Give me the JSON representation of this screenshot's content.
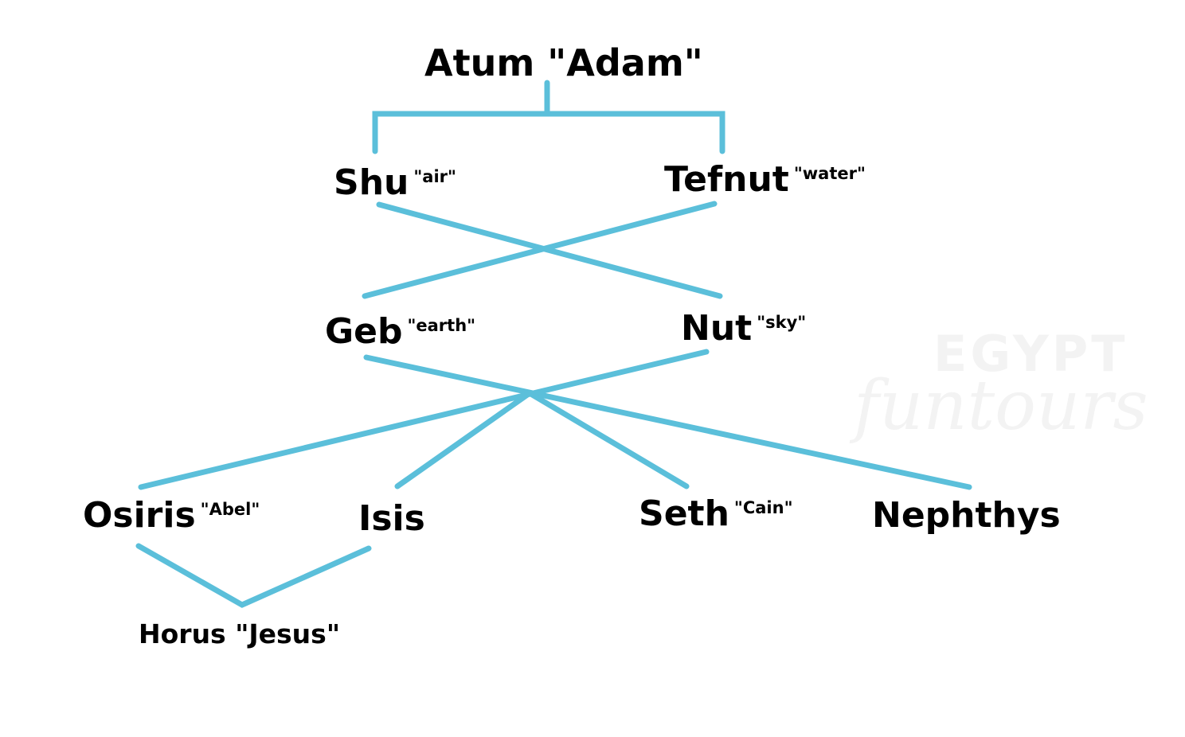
{
  "colors": {
    "edge": "#5bbfda",
    "text": "#000000",
    "background": "#ffffff",
    "watermark": "#f3f3f3"
  },
  "nodes": {
    "atum": {
      "name": "Atum \"Adam\""
    },
    "shu": {
      "name": "Shu",
      "note": "\"air\""
    },
    "tefnut": {
      "name": "Tefnut",
      "note": "\"water\""
    },
    "geb": {
      "name": "Geb",
      "note": "\"earth\""
    },
    "nut": {
      "name": "Nut",
      "note": "\"sky\""
    },
    "osiris": {
      "name": "Osiris",
      "note": "\"Abel\""
    },
    "isis": {
      "name": "Isis"
    },
    "seth": {
      "name": "Seth",
      "note": "\"Cain\""
    },
    "nephthys": {
      "name": "Nephthys"
    },
    "horus": {
      "name": "Horus \"Jesus\""
    }
  },
  "watermark": {
    "line1": "EGYPT",
    "line2": "funtours"
  }
}
